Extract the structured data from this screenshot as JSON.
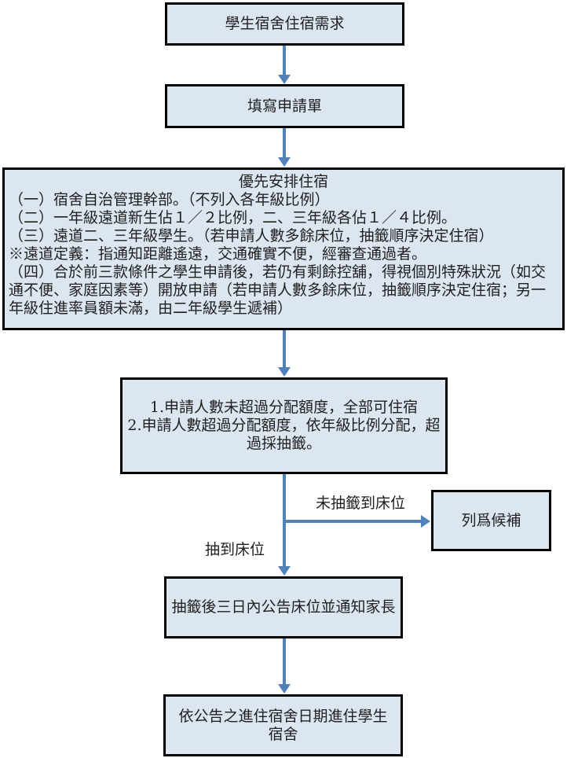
{
  "flowchart": {
    "nodes": {
      "demand": {
        "label": "學生宿舍住宿需求"
      },
      "form": {
        "label": "填寫申請單"
      },
      "priority": {
        "title": "優先安排住宿",
        "lines": [
          "（一）宿舍自治管理幹部。（不列入各年級比例）",
          "（二）一年級遠道新生佔１／２比例，二、三年級各佔１／４比例。",
          "（三）遠道二、三年級學生。（若申請人數多餘床位，抽籤順序決定住宿）",
          "※遠道定義：指通知距離遙遠，交通確實不便，經審查通過者。",
          "（四）合於前三款條件之學生申請後，若仍有剩餘控舖，得視個別特殊狀況（如交通不便、家庭因素等）開放申請（若申請人數多餘床位，抽籤順序決定住宿；另一年級住進率員額未滿，由二年級學生遞補）"
        ]
      },
      "allocation": {
        "line1": "1.申請人數未超過分配額度，全部可住宿",
        "line2": "2.申請人數超過分配額度，依年級比例分配，超過採抽籤。"
      },
      "waitlist": {
        "label": "列爲候補"
      },
      "announce": {
        "label": "抽籤後三日內公告床位並通知家長"
      },
      "movein": {
        "label": "依公告之進住宿舍日期進住學生宿舍"
      }
    },
    "edge_labels": {
      "no_bed": "未抽籤到床位",
      "bed": "抽到床位"
    },
    "colors": {
      "arrow": "#4f81bd",
      "box_fill": "#dce6f1",
      "box_border": "#000000"
    }
  }
}
